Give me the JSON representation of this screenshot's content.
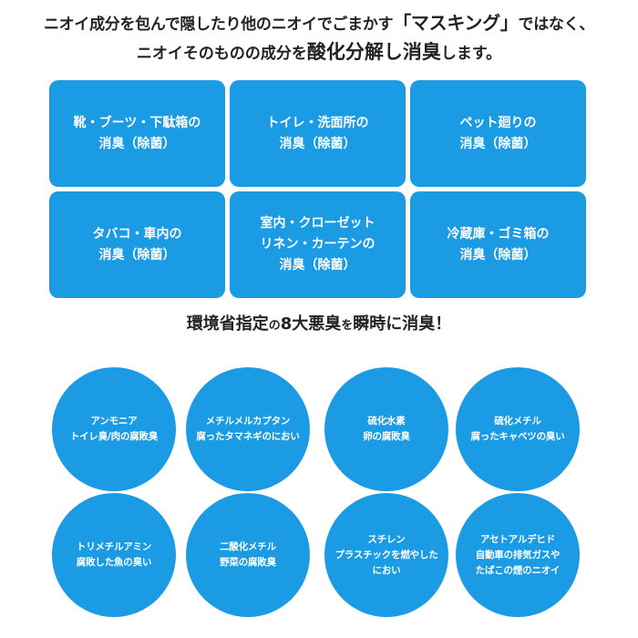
{
  "headline": {
    "line1_prefix": "ニオイ成分を包んで隠したり他のニオイでごまかす",
    "line1_masking": "「マスキング」",
    "line1_suffix": "ではなく、",
    "line2_prefix": "ニオイそのものの成分を",
    "line2_emphasis": "酸化分解し消臭",
    "line2_suffix": "します。"
  },
  "use_cases": [
    {
      "label": "靴・ブーツ・下駄箱の\n消臭（除菌）"
    },
    {
      "label": "トイレ・洗面所の\n消臭（除菌）"
    },
    {
      "label": "ペット廻りの\n消臭（除菌）"
    },
    {
      "label": "タバコ・車内の\n消臭（除菌）"
    },
    {
      "label": "室内・クローゼット\nリネン・カーテンの\n消臭（除菌）"
    },
    {
      "label": "冷蔵庫・ゴミ箱の\n消臭（除菌）"
    }
  ],
  "subtitle": {
    "part1": "環境省指定",
    "part2": "の",
    "part3": "8大悪臭",
    "part4": "を",
    "part5": "瞬時に消臭！"
  },
  "odors": [
    {
      "label": "アンモニア\nトイレ臭/肉の腐敗臭"
    },
    {
      "label": "メチルメルカプタン\n腐ったタマネギのにおい"
    },
    {
      "label": "硫化水素\n卵の腐敗臭"
    },
    {
      "label": "硫化メチル\n腐ったキャベツの臭い"
    },
    {
      "label": "トリメチルアミン\n腐敗した魚の臭い"
    },
    {
      "label": "二酸化メチル\n野菜の腐敗臭"
    },
    {
      "label": "スチレン\nプラスチックを燃やした\nにおい"
    },
    {
      "label": "アセトアルデヒド\n自動車の排気ガスや\nたばこの煙のニオイ"
    }
  ]
}
